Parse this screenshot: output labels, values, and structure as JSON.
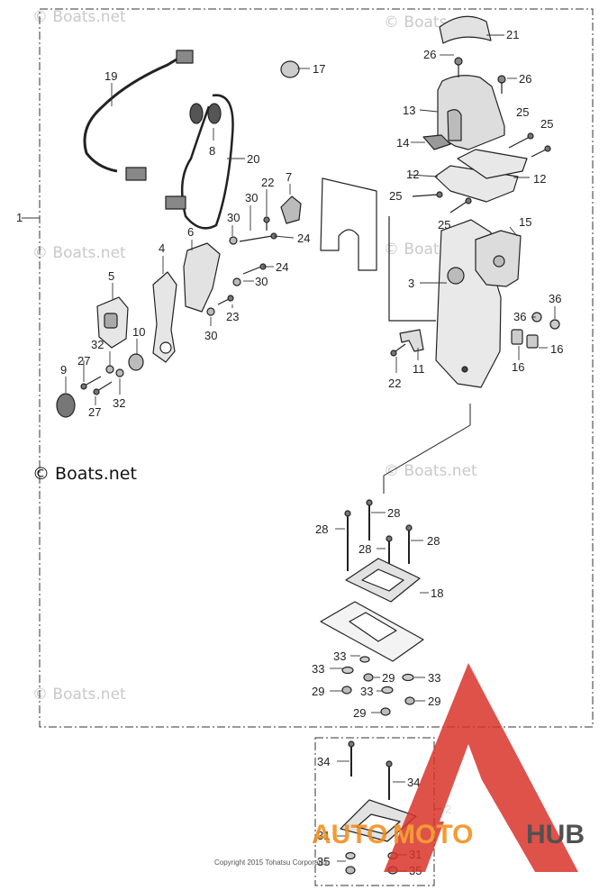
{
  "watermarks": {
    "boats_faint": "© Boats.net",
    "boats_main": "© Boats.net"
  },
  "copyright": "Copyright 2015 Tohatsu Corporation",
  "brand": {
    "part1": "AUTO",
    "part2": "MOTO",
    "part3": "HUB",
    "color_orange": "#f28a12",
    "color_dark": "#333333",
    "color_red": "#d9342b"
  },
  "callouts": [
    {
      "id": "c21",
      "label": "21"
    },
    {
      "id": "c26a",
      "label": "26"
    },
    {
      "id": "c26b",
      "label": "26"
    },
    {
      "id": "c17",
      "label": "17"
    },
    {
      "id": "c19",
      "label": "19"
    },
    {
      "id": "c13",
      "label": "13"
    },
    {
      "id": "c25a",
      "label": "25"
    },
    {
      "id": "c25b",
      "label": "25"
    },
    {
      "id": "c14",
      "label": "14"
    },
    {
      "id": "c8",
      "label": "8"
    },
    {
      "id": "c20",
      "label": "20"
    },
    {
      "id": "c12a",
      "label": "12"
    },
    {
      "id": "c12b",
      "label": "12"
    },
    {
      "id": "c7",
      "label": "7"
    },
    {
      "id": "c22a",
      "label": "22"
    },
    {
      "id": "c25c",
      "label": "25"
    },
    {
      "id": "c30a",
      "label": "30"
    },
    {
      "id": "c30b",
      "label": "30"
    },
    {
      "id": "c25d",
      "label": "25"
    },
    {
      "id": "c1",
      "label": "1"
    },
    {
      "id": "c15",
      "label": "15"
    },
    {
      "id": "c24a",
      "label": "24"
    },
    {
      "id": "c6",
      "label": "6"
    },
    {
      "id": "c4",
      "label": "4"
    },
    {
      "id": "c24b",
      "label": "24"
    },
    {
      "id": "c30c",
      "label": "30"
    },
    {
      "id": "c3",
      "label": "3"
    },
    {
      "id": "c5",
      "label": "5"
    },
    {
      "id": "c23",
      "label": "23"
    },
    {
      "id": "c36a",
      "label": "36"
    },
    {
      "id": "c36b",
      "label": "36"
    },
    {
      "id": "c30d",
      "label": "30"
    },
    {
      "id": "c10",
      "label": "10"
    },
    {
      "id": "c32a",
      "label": "32"
    },
    {
      "id": "c16a",
      "label": "16"
    },
    {
      "id": "c16b",
      "label": "16"
    },
    {
      "id": "c27a",
      "label": "27"
    },
    {
      "id": "c9",
      "label": "9"
    },
    {
      "id": "c11",
      "label": "11"
    },
    {
      "id": "c22b",
      "label": "22"
    },
    {
      "id": "c32b",
      "label": "32"
    },
    {
      "id": "c27b",
      "label": "27"
    },
    {
      "id": "c28a",
      "label": "28"
    },
    {
      "id": "c28b",
      "label": "28"
    },
    {
      "id": "c28c",
      "label": "28"
    },
    {
      "id": "c28d",
      "label": "28"
    },
    {
      "id": "c18",
      "label": "18"
    },
    {
      "id": "c33a",
      "label": "33"
    },
    {
      "id": "c33b",
      "label": "33"
    },
    {
      "id": "c29a",
      "label": "29"
    },
    {
      "id": "c33c",
      "label": "33"
    },
    {
      "id": "c29b",
      "label": "29"
    },
    {
      "id": "c33d",
      "label": "33"
    },
    {
      "id": "c29c",
      "label": "29"
    },
    {
      "id": "c29d",
      "label": "29"
    },
    {
      "id": "c34a",
      "label": "34"
    },
    {
      "id": "c34b",
      "label": "34"
    },
    {
      "id": "c2",
      "label": "2"
    },
    {
      "id": "c31a",
      "label": "31"
    },
    {
      "id": "c31b",
      "label": "31"
    },
    {
      "id": "c35a",
      "label": "35"
    },
    {
      "id": "c35b",
      "label": "35"
    }
  ]
}
